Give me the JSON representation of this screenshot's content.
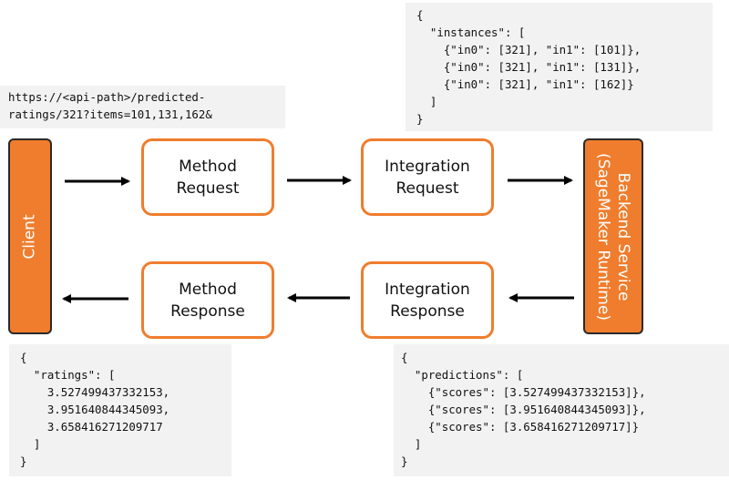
{
  "url_block": {
    "text": "https://<api-path>/predicted-\nratings/321?items=101,131,162&"
  },
  "instances_block": {
    "text": "{\n  \"instances\": [\n    {\"in0\": [321], \"in1\": [101]},\n    {\"in0\": [321], \"in1\": [131]},\n    {\"in0\": [321], \"in1\": [162]}\n  ]\n}"
  },
  "ratings_block": {
    "text": "{\n  \"ratings\": [\n    3.527499437332153,\n    3.951640844345093,\n    3.658416271209717\n  ]\n}"
  },
  "predictions_block": {
    "text": "{\n  \"predictions\": [\n    {\"scores\": [3.527499437332153]},\n    {\"scores\": [3.951640844345093]},\n    {\"scores\": [3.658416271209717]}\n  ]\n}"
  },
  "client": {
    "label": "Client"
  },
  "method_request": {
    "label": "Method\nRequest"
  },
  "integration_request": {
    "label": "Integration\nRequest"
  },
  "method_response": {
    "label": "Method\nResponse"
  },
  "integration_response": {
    "label": "Integration\nResponse"
  },
  "backend": {
    "label": "Backend Service\n(SageMaker Runtime)"
  },
  "colors": {
    "accent": "#ef7d2d",
    "code_bg": "#f2f2f2",
    "arrow": "#000000"
  }
}
